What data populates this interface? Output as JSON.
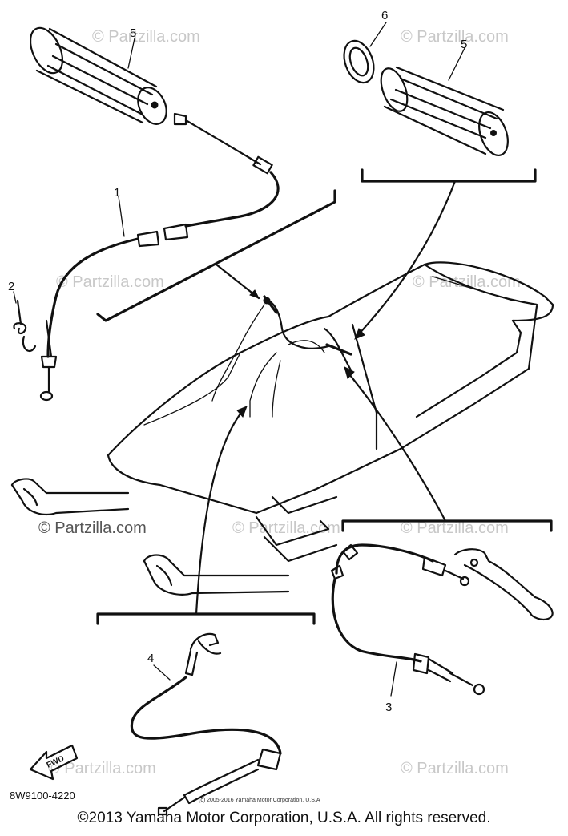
{
  "callouts": {
    "c1": "1",
    "c2": "2",
    "c3": "3",
    "c4": "4",
    "c5a": "5",
    "c5b": "5",
    "c6": "6"
  },
  "watermarks": {
    "wm1": "© Partzilla.com",
    "wm2": "© Partzilla.com",
    "wm3": "© Partzilla.com",
    "wm4": "© Partzilla.com",
    "wm5": "© Partzilla.com",
    "wm6": "© Partzilla.com",
    "wm7": "© Partzilla.com",
    "wm8": "© Partzilla.com",
    "wm9": "© Partzilla.com"
  },
  "part_code": "8W9100-4220",
  "forward_label": "FWD",
  "small_copyright": "(c) 2005-2016 Yamaha Motor Corporation, U.S.A",
  "footer_copyright": "©2013 Yamaha Motor Corporation, U.S.A. All rights reserved."
}
